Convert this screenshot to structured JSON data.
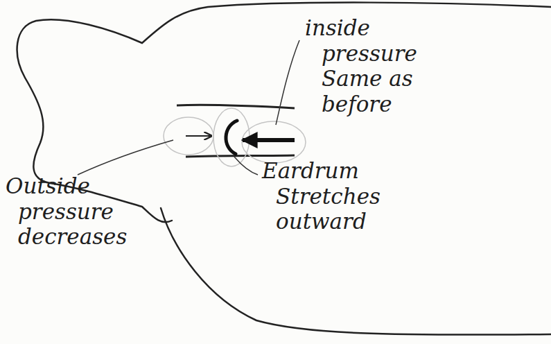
{
  "diagram": {
    "labels": [
      "inside pressure Same as before",
      "Outside pressure decreases",
      "Eardrum Stretches outward"
    ]
  }
}
